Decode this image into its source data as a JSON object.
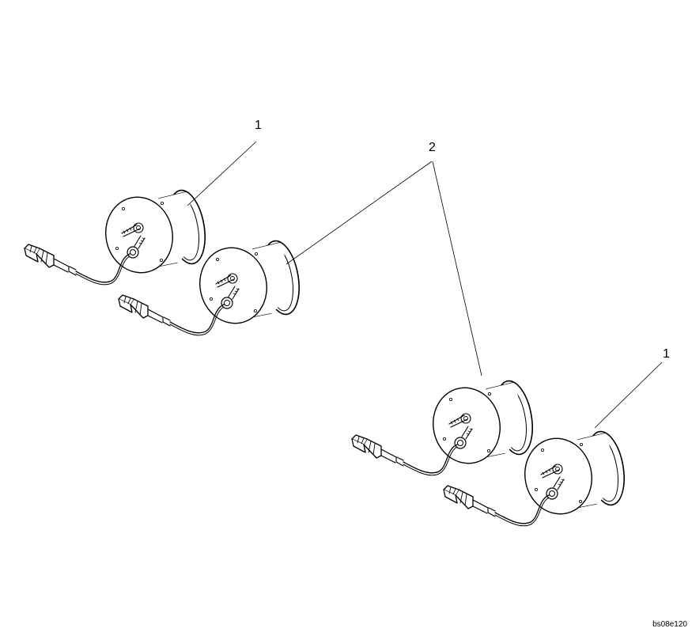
{
  "diagram": {
    "callouts": [
      {
        "id": "c1a",
        "label": "1"
      },
      {
        "id": "c2",
        "label": "2"
      },
      {
        "id": "c1b",
        "label": "1"
      }
    ],
    "reference_code": "bs08e120"
  }
}
